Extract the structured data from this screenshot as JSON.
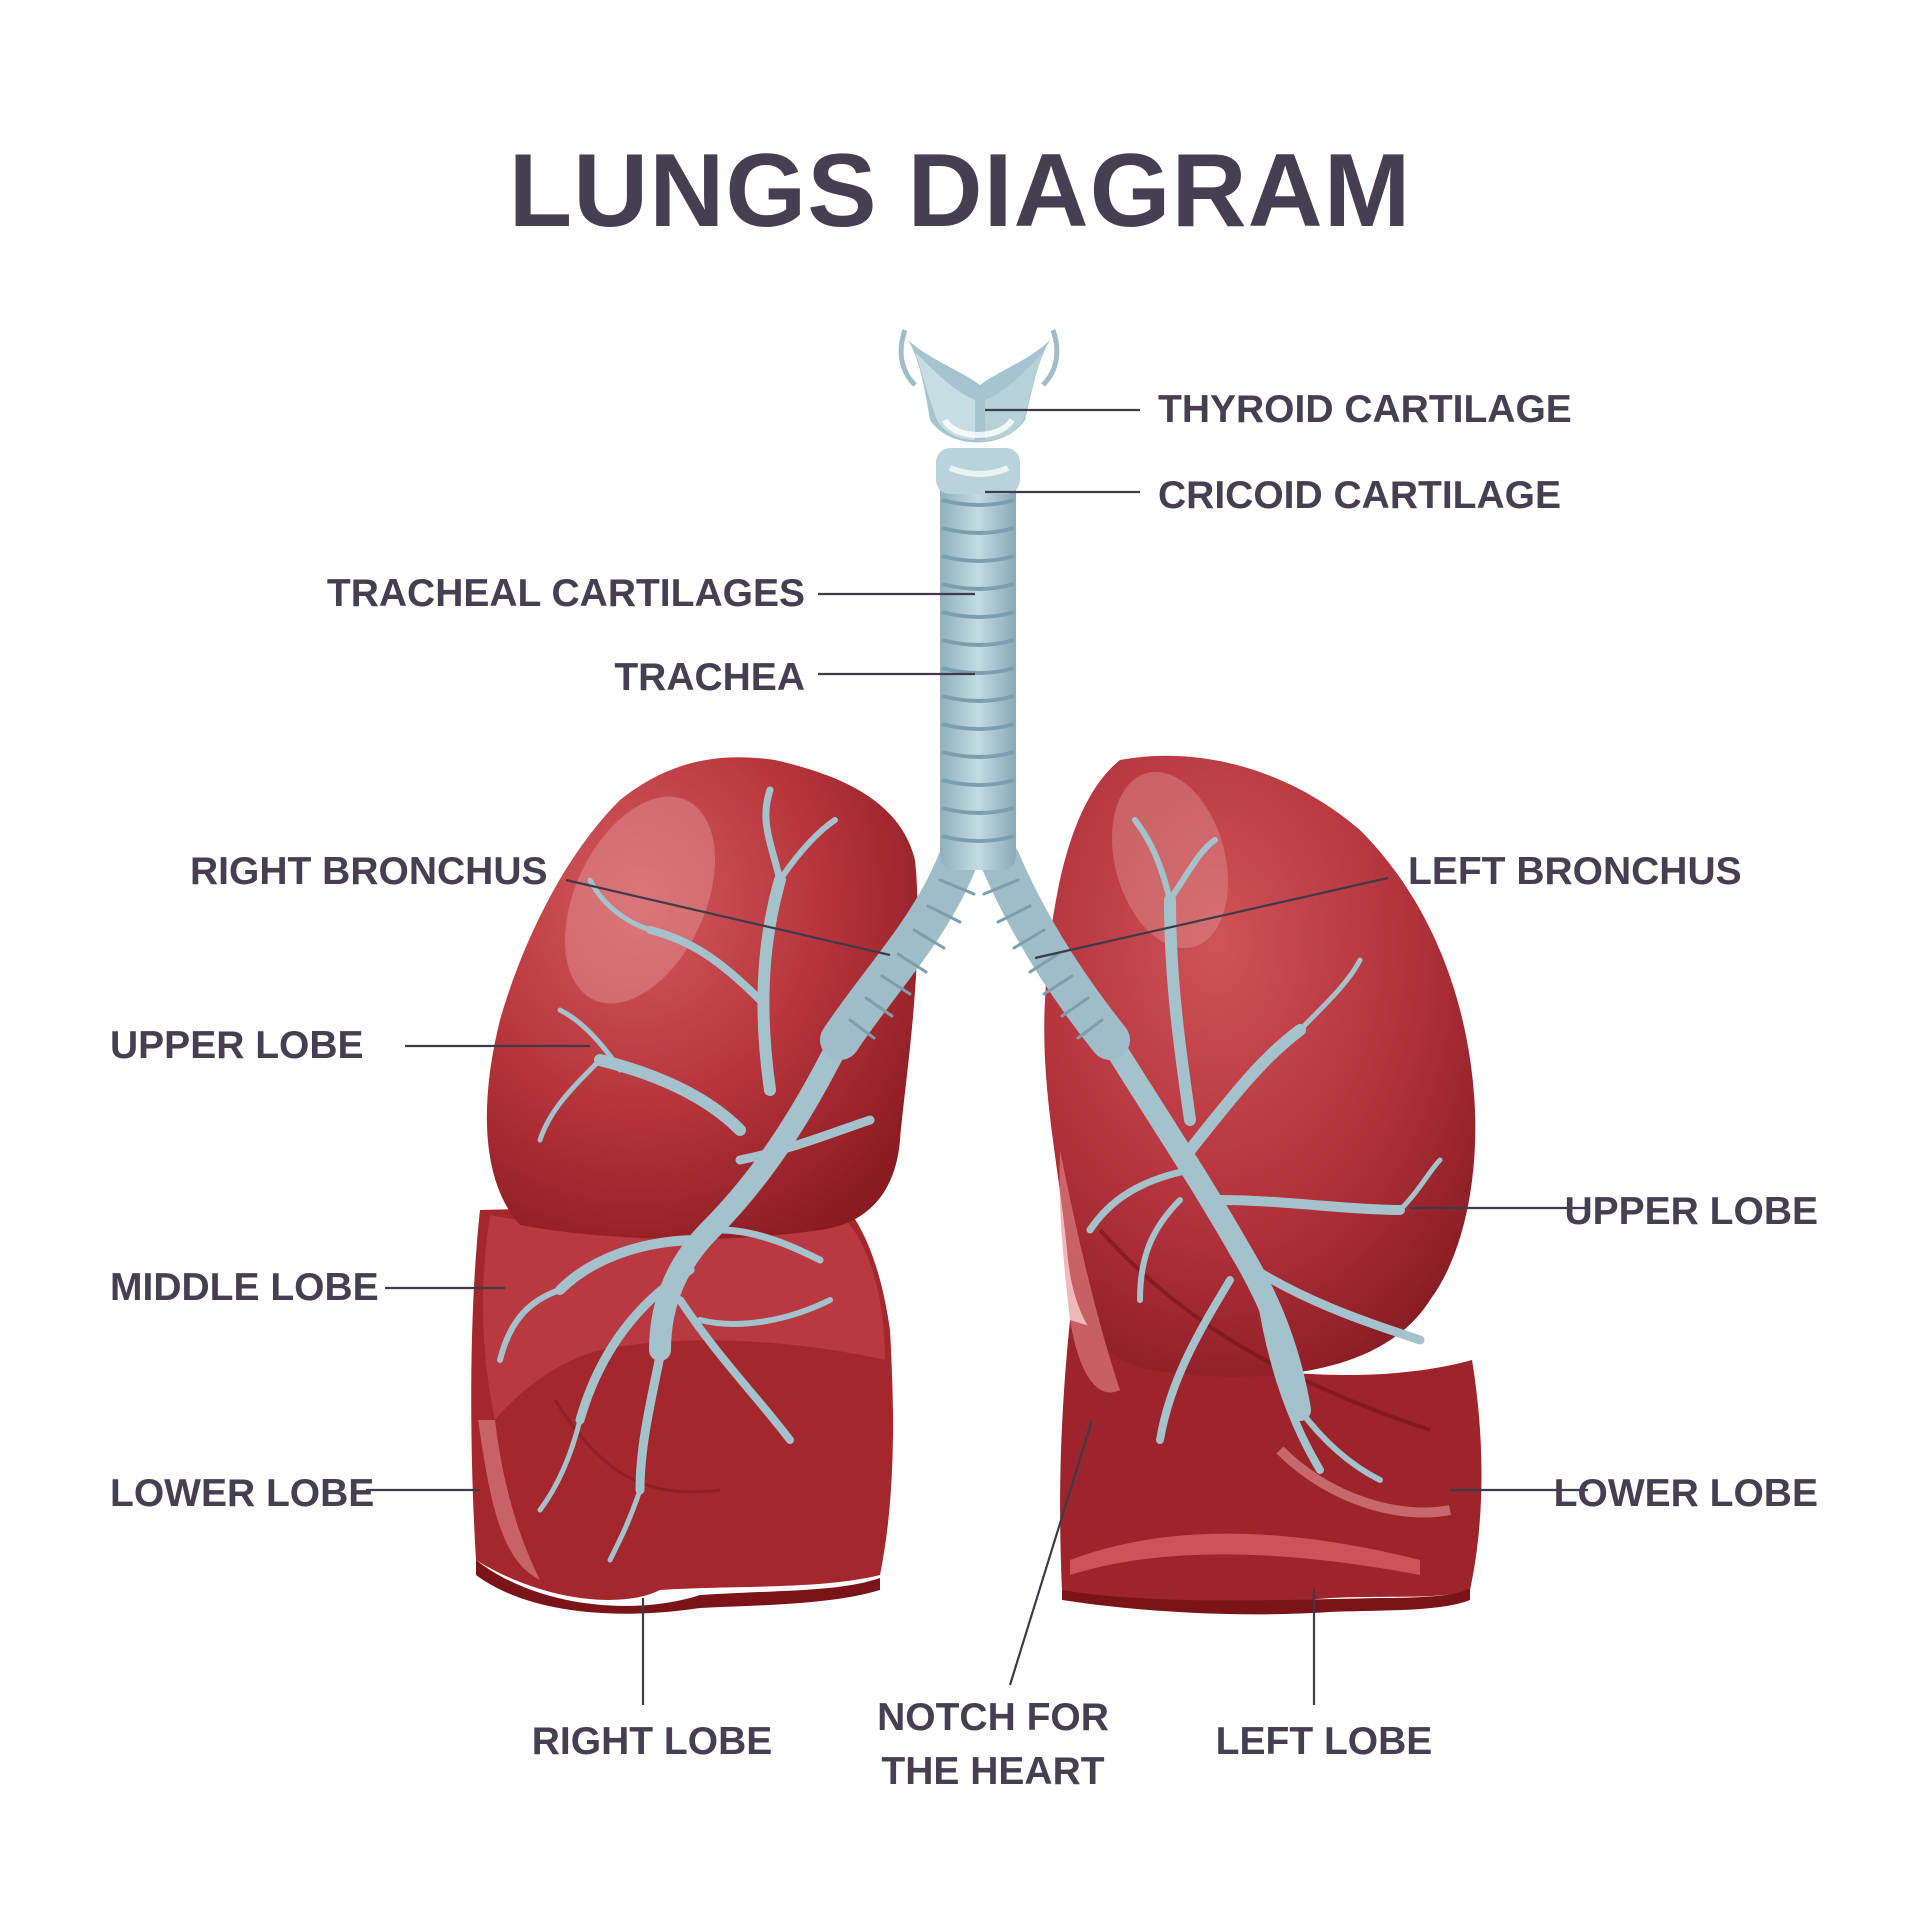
{
  "title": "LUNGS DIAGRAM",
  "labels": {
    "thyroid_cartilage": "THYROID CARTILAGE",
    "cricoid_cartilage": "CRICOID CARTILAGE",
    "tracheal_cartilages": "TRACHEAL CARTILAGES",
    "trachea": "TRACHEA",
    "right_bronchus": "RIGHT BRONCHUS",
    "left_bronchus": "LEFT BRONCHUS",
    "right_upper_lobe": "UPPER LOBE",
    "left_upper_lobe": "UPPER LOBE",
    "middle_lobe": "MIDDLE LOBE",
    "right_lower_lobe": "LOWER LOBE",
    "left_lower_lobe": "LOWER LOBE",
    "right_lobe": "RIGHT LOBE",
    "notch_line1": "NOTCH FOR",
    "notch_line2": "THE HEART",
    "left_lobe": "LEFT LOBE"
  },
  "colors": {
    "lung_main": "#b8373c",
    "lung_dark": "#8c1c22",
    "lung_light": "#d86a6c",
    "airway": "#a9c6d0",
    "airway_dark": "#7fa4b2",
    "text": "#463f52"
  }
}
